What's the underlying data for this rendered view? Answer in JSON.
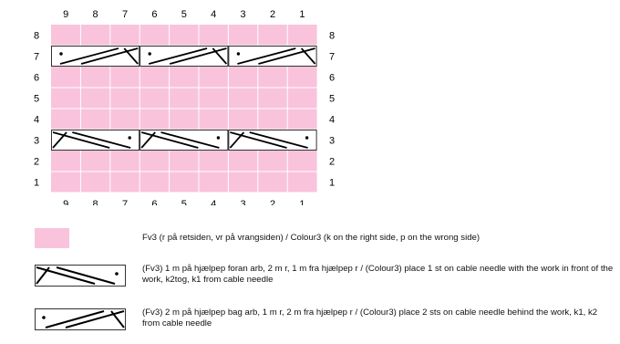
{
  "chart": {
    "columns": [
      "9",
      "8",
      "7",
      "6",
      "5",
      "4",
      "3",
      "2",
      "1"
    ],
    "rows": [
      "8",
      "7",
      "6",
      "5",
      "4",
      "3",
      "2",
      "1"
    ],
    "fill_color": "#f9c3dc",
    "grid_line_color": "#ffffff",
    "cable_rows": {
      "7": [
        "left_cross",
        "left_cross",
        "left_cross"
      ],
      "3": [
        "right_cross",
        "right_cross",
        "right_cross"
      ]
    }
  },
  "legend": [
    {
      "symbol": "pink-square",
      "text": "Fv3 (r på retsiden, vr på vrangsiden) / Colour3 (k on the right side, p on the wrong side)"
    },
    {
      "symbol": "right_cross",
      "text": "(Fv3) 1 m på hjælpep foran arb, 2 m r, 1 m fra hjælpep r / (Colour3) place 1 st on cable needle with the work in front of the work, k2tog, k1 from cable needle"
    },
    {
      "symbol": "left_cross",
      "text": "(Fv3) 2 m på hjælpep bag arb, 1 m r, 2 m fra hjælpep r / (Colour3) place 2 sts on cable needle behind the work, k1, k2 from cable needle"
    }
  ]
}
